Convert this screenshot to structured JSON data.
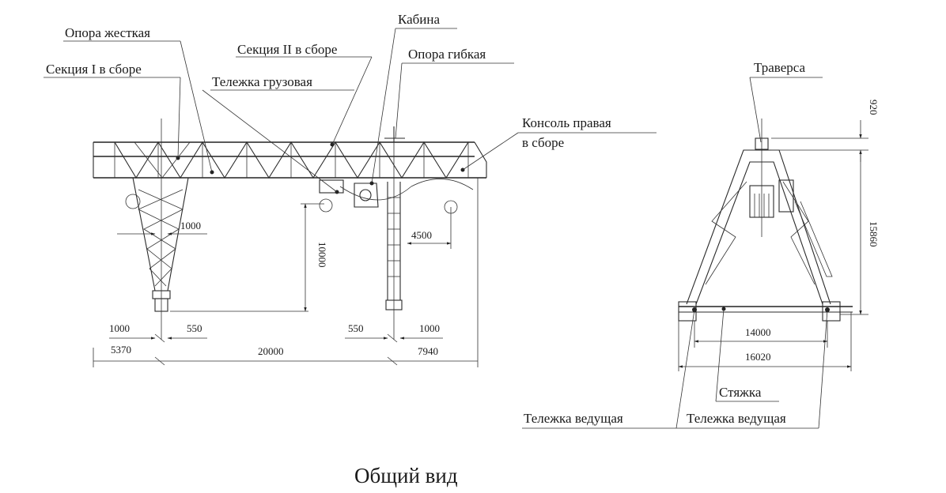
{
  "labels": {
    "opora_zhestkaya": "Опора жесткая",
    "sekciya_1": "Секция I в сборе",
    "sekciya_2": "Секция II в сборе",
    "telezhka_gruzovaya": "Тележка грузовая",
    "kabina": "Кабина",
    "opora_gibkaya": "Опора гибкая",
    "konsol_line1": "Консоль правая",
    "konsol_line2": "в сборе",
    "traversa": "Траверса",
    "styazhka": "Стяжка",
    "telezhka_vedushchaya_left": "Тележка ведущая",
    "telezhka_vedushchaya_right": "Тележка ведущая"
  },
  "dimensions": {
    "d_1000_mid": "1000",
    "d_4500": "4500",
    "d_10000": "10000",
    "d_1000_left": "1000",
    "d_550_left": "550",
    "d_550_right": "550",
    "d_1000_right": "1000",
    "d_5370": "5370",
    "d_20000": "20000",
    "d_7940": "7940",
    "d_920": "920",
    "d_15860": "15860",
    "d_14000": "14000",
    "d_16020": "16020"
  },
  "title": "Общий вид"
}
